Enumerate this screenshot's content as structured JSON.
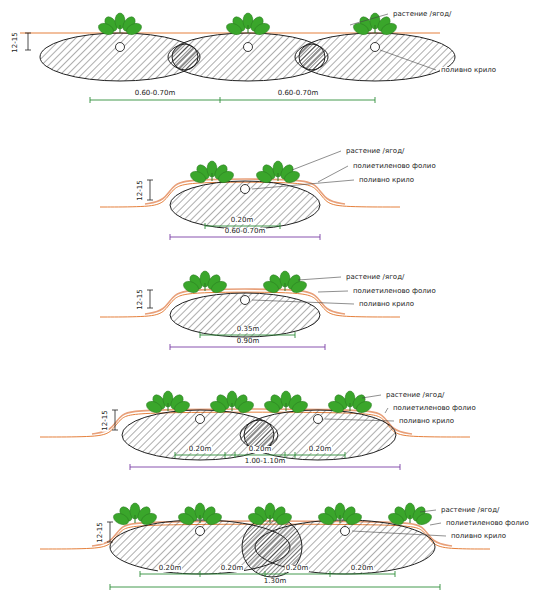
{
  "diagram": {
    "labels": [
      "12-15",
      "0.60-0.70m",
      "0.60-0.70m",
      "растение /ягод/",
      "поливно крило",
      "12-15",
      "растение /ягод/",
      "полиетиленово фолио",
      "поливно крило",
      "0.20m",
      "0.60-0.70m",
      "12-15",
      "растение /ягод/",
      "полиетиленово фолио",
      "поливно крило",
      "0.35m",
      "0.90m",
      "12-15",
      "растение /ягод/",
      "полиетиленово фолио",
      "поливно крило",
      "0.20m",
      "0.20m",
      "0.20m",
      "1.00-1.10m",
      "12-15",
      "растение /ягод/",
      "полиетиленово фолио",
      "поливно крило",
      "0.20m",
      "0.20m",
      "0.20m",
      "0.20m",
      "1.30m"
    ]
  }
}
